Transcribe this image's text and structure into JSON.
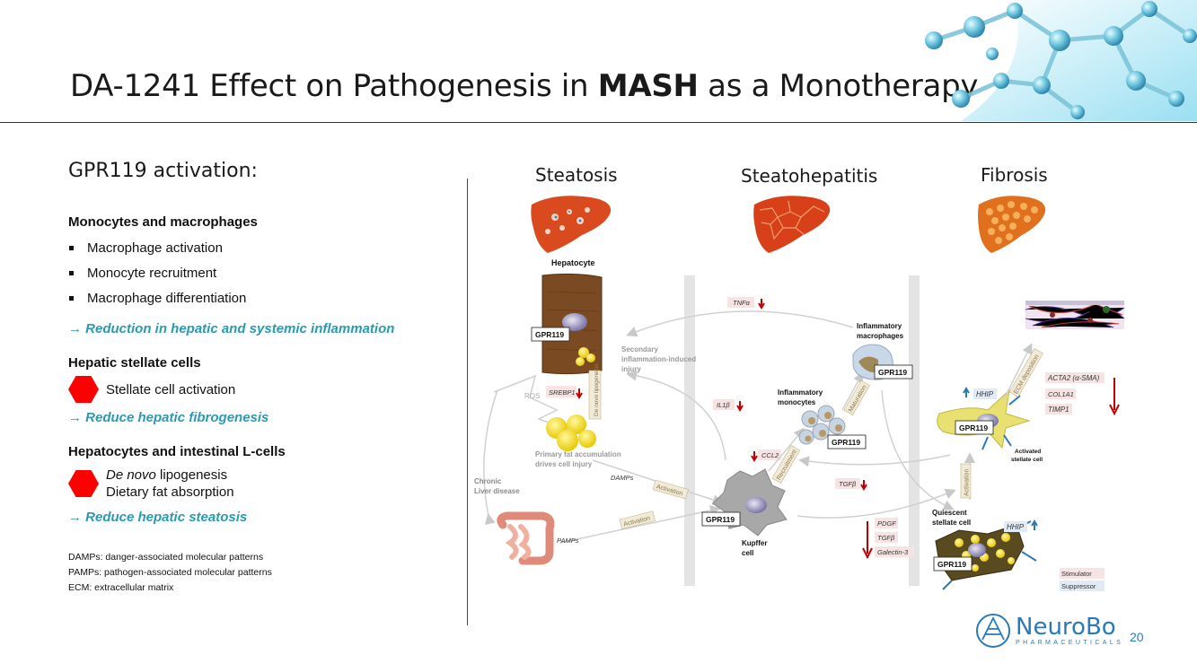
{
  "title": {
    "pre": "DA-1241 Effect on Pathogenesis in ",
    "bold": "MASH",
    "post": " as a Monotherapy"
  },
  "left": {
    "heading": "GPR119 activation:",
    "sections": [
      {
        "head": "Monocytes and macrophages",
        "bullets": [
          "Macrophage activation",
          "Monocyte recruitment",
          "Macrophage differentiation"
        ],
        "outcome": "→ Reduction in hepatic and systemic inflammation"
      },
      {
        "head": "Hepatic stellate cells",
        "hex_lines": [
          "Stellate cell activation"
        ],
        "outcome": "→ Reduce hepatic fibrogenesis"
      },
      {
        "head": "Hepatocytes and intestinal L-cells",
        "hex_italic": "De novo",
        "hex_line1_rest": " lipogenesis",
        "hex_line2": "Dietary fat absorption",
        "outcome": "→ Reduce hepatic steatosis"
      }
    ],
    "footnotes": [
      "DAMPs: danger-associated molecular patterns",
      "PAMPs: pathogen-associated molecular patterns",
      "ECM: extracellular matrix"
    ]
  },
  "stages": [
    "Steatosis",
    "Steatohepatitis",
    "Fibrosis"
  ],
  "diagram": {
    "hepatocyte": "Hepatocyte",
    "gpr119": "GPR119",
    "tnfa": "TNFα",
    "il1b": "IL1β",
    "ccl2": "CCL2",
    "tgfb": "TGFβ",
    "srebp1": "SREBP1",
    "de_novo": "De novo lipogenesis",
    "ros": "ROS",
    "secondary": [
      "Secondary",
      "inflammation-induced",
      "injury"
    ],
    "primary_fat": [
      "Primary fat accumulation",
      "drives cell injury"
    ],
    "damps": "DAMPs",
    "pamps": "PAMPs",
    "activation": "Activation",
    "chronic": [
      "Chronic",
      "Liver disease"
    ],
    "infl_macro": [
      "Inflammatory",
      "macrophages"
    ],
    "infl_mono": [
      "Inflammatory",
      "monocytes"
    ],
    "maturation": "Maturation",
    "recruitment": "Recruitment",
    "kupffer": [
      "Kupffer",
      "cell"
    ],
    "ecm": "ECM deposition",
    "hhip": "HHIP",
    "acta2": "ACTA2 (α-SMA)",
    "col1a1": "COL1A1",
    "timp1": "TIMP1",
    "activated_stellate": [
      "Activated",
      "stellate cell"
    ],
    "quiescent": [
      "Quiescent",
      "stellate cell"
    ],
    "pdgf": "PDGF",
    "tgfb2": "TGFβ",
    "galectin": "Galectin-3",
    "stimulator": "Stimulator",
    "suppressor": "Suppressor"
  },
  "logo": {
    "name": "NeuroBo",
    "sub": "PHARMACEUTICALS"
  },
  "page_number": "20",
  "colors": {
    "accent_teal": "#2a9ab0",
    "hex_red": "#ff0000",
    "arrow_red": "#c00000",
    "up_blue": "#2a7ab8",
    "liver": "#d94a1e"
  }
}
